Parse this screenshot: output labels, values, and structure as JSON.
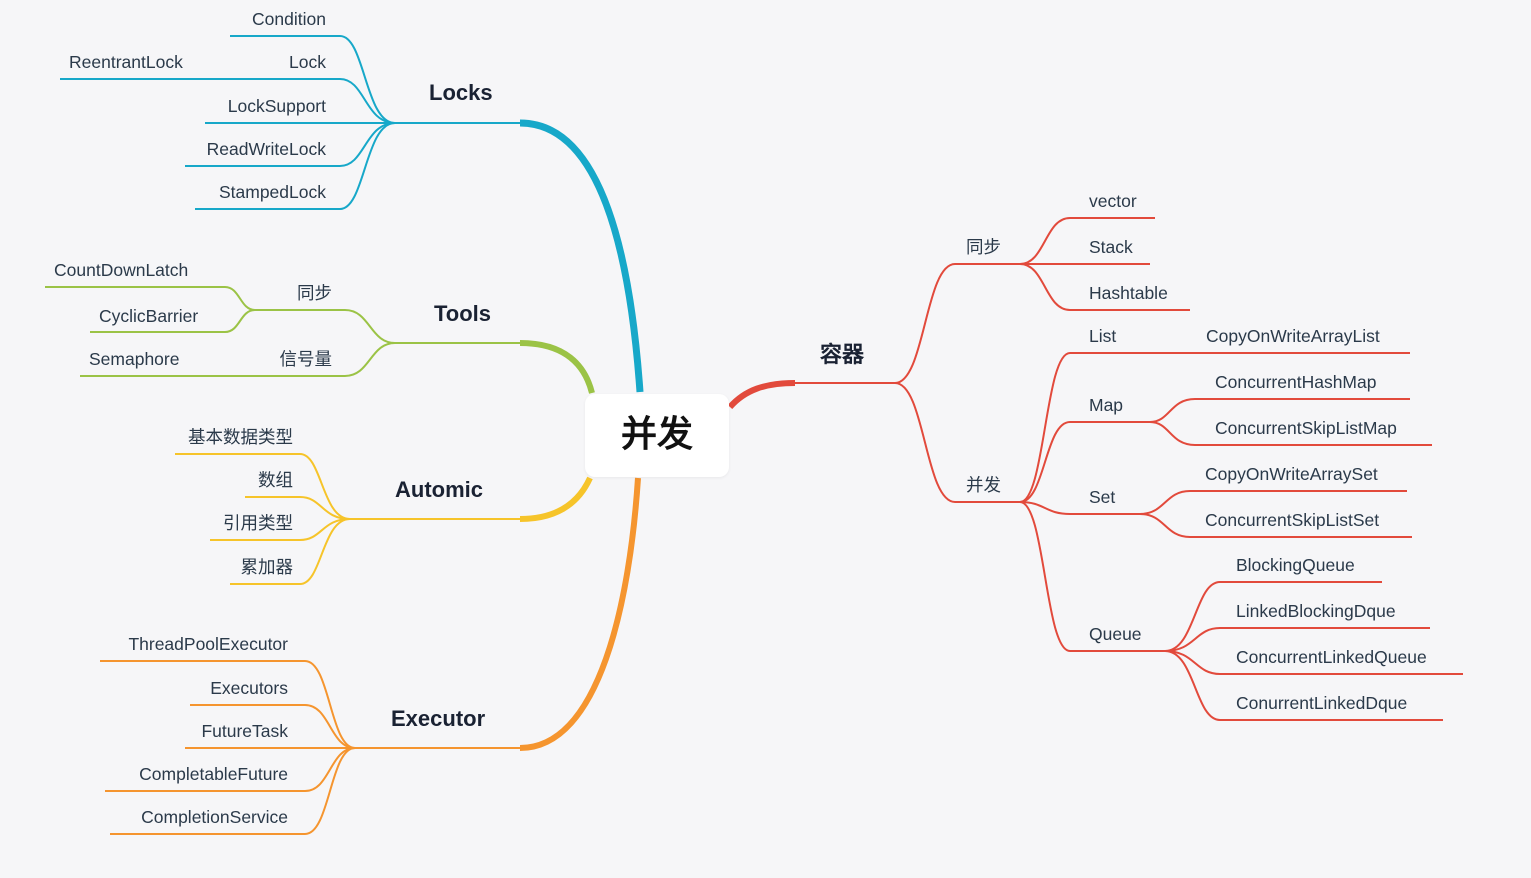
{
  "root": "并发",
  "colors": {
    "locks": "#17a8c9",
    "tools": "#9bc346",
    "automic": "#f6c42a",
    "executor": "#f5952f",
    "container": "#e24a3c",
    "background": "#f6f6f8"
  },
  "left_branches": {
    "locks": {
      "title": "Locks",
      "items": [
        "Condition",
        "Lock",
        "LockSupport",
        "ReadWriteLock",
        "StampedLock"
      ],
      "lock_child": "ReentrantLock"
    },
    "tools": {
      "title": "Tools",
      "sync": {
        "label": "同步",
        "items": [
          "CountDownLatch",
          "CyclicBarrier"
        ]
      },
      "semaphore": {
        "label": "信号量",
        "items": [
          "Semaphore"
        ]
      }
    },
    "automic": {
      "title": "Automic",
      "items": [
        "基本数据类型",
        "数组",
        "引用类型",
        "累加器"
      ]
    },
    "executor": {
      "title": "Executor",
      "items": [
        "ThreadPoolExecutor",
        "Executors",
        "FutureTask",
        "CompletableFuture",
        "CompletionService"
      ]
    }
  },
  "right_branch": {
    "title": "容器",
    "sync": {
      "label": "同步",
      "items": [
        "vector",
        "Stack",
        "Hashtable"
      ]
    },
    "concurrent": {
      "label": "并发",
      "list": {
        "label": "List",
        "items": [
          "CopyOnWriteArrayList"
        ]
      },
      "map": {
        "label": "Map",
        "items": [
          "ConcurrentHashMap",
          "ConcurrentSkipListMap"
        ]
      },
      "set": {
        "label": "Set",
        "items": [
          "CopyOnWriteArraySet",
          "ConcurrentSkipListSet"
        ]
      },
      "queue": {
        "label": "Queue",
        "items": [
          "BlockingQueue",
          "LinkedBlockingDque",
          "ConcurrentLinkedQueue",
          "ConurrentLinkedDque"
        ]
      }
    }
  }
}
